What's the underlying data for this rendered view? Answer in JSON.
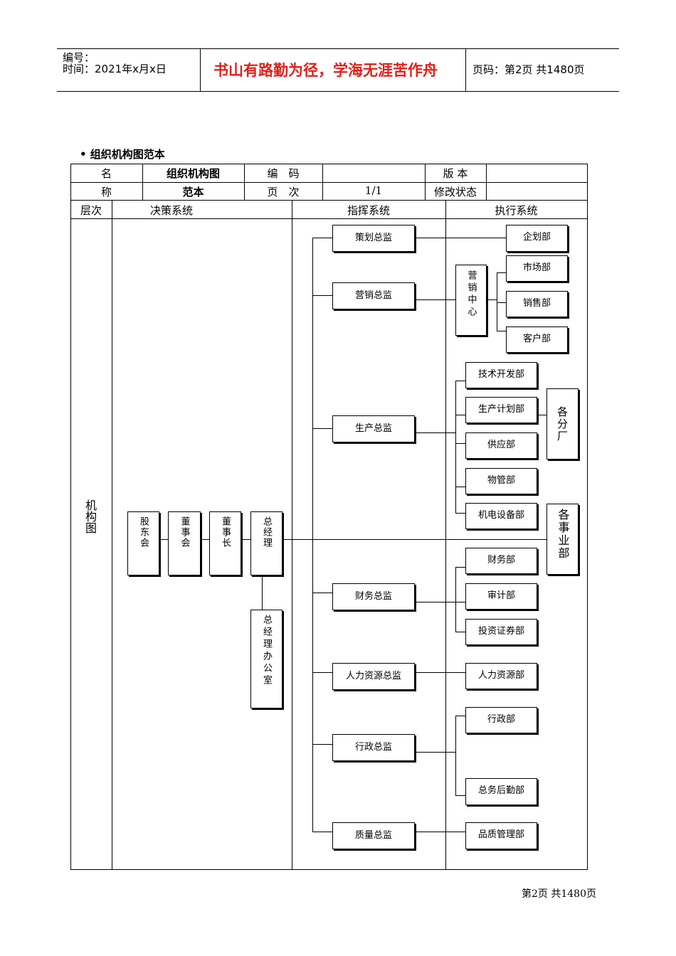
{
  "header": {
    "number_label": "编号：",
    "time_label": "时间：2021年x月x日",
    "motto": "书山有路勤为径，学海无涯苦作舟",
    "page_info": "页码：第2页 共1480页"
  },
  "section_title": "• 组织机构图范本",
  "info_table": {
    "name_label_1": "名",
    "name_label_2": "称",
    "doc_title_1": "组织机构图",
    "doc_title_2": "范本",
    "code_label": "编　码",
    "code_value": "",
    "version_label": "版 本",
    "version_value": "",
    "page_label": "页　次",
    "page_value": "1/1",
    "revision_label": "修改状态",
    "revision_value": ""
  },
  "columns": {
    "level": "层次",
    "decision": "决策系统",
    "command": "指挥系统",
    "execution": "执行系统"
  },
  "row_label": "机构图",
  "decision_nodes": {
    "shareholders": "股东会",
    "board": "董事会",
    "chairman": "董事长",
    "gm": "总经理",
    "gm_office": "总经理办公室"
  },
  "directors": [
    "策划总监",
    "营销总监",
    "生产总监",
    "财务总监",
    "人力资源总监",
    "行政总监",
    "质量总监"
  ],
  "marketing_center": "营销中心",
  "departments": {
    "planning": "企划部",
    "market": "市场部",
    "sales": "销售部",
    "customer": "客户部",
    "tech": "技术开发部",
    "prod_plan": "生产计划部",
    "supply": "供应部",
    "material": "物管部",
    "equipment": "机电设备部",
    "finance": "财务部",
    "audit": "审计部",
    "investment": "投资证券部",
    "hr": "人力资源部",
    "admin": "行政部",
    "logistics": "总务后勤部",
    "quality": "品质管理部"
  },
  "branches": "各分厂",
  "divisions": "各事业部",
  "footer": "第2页 共1480页"
}
